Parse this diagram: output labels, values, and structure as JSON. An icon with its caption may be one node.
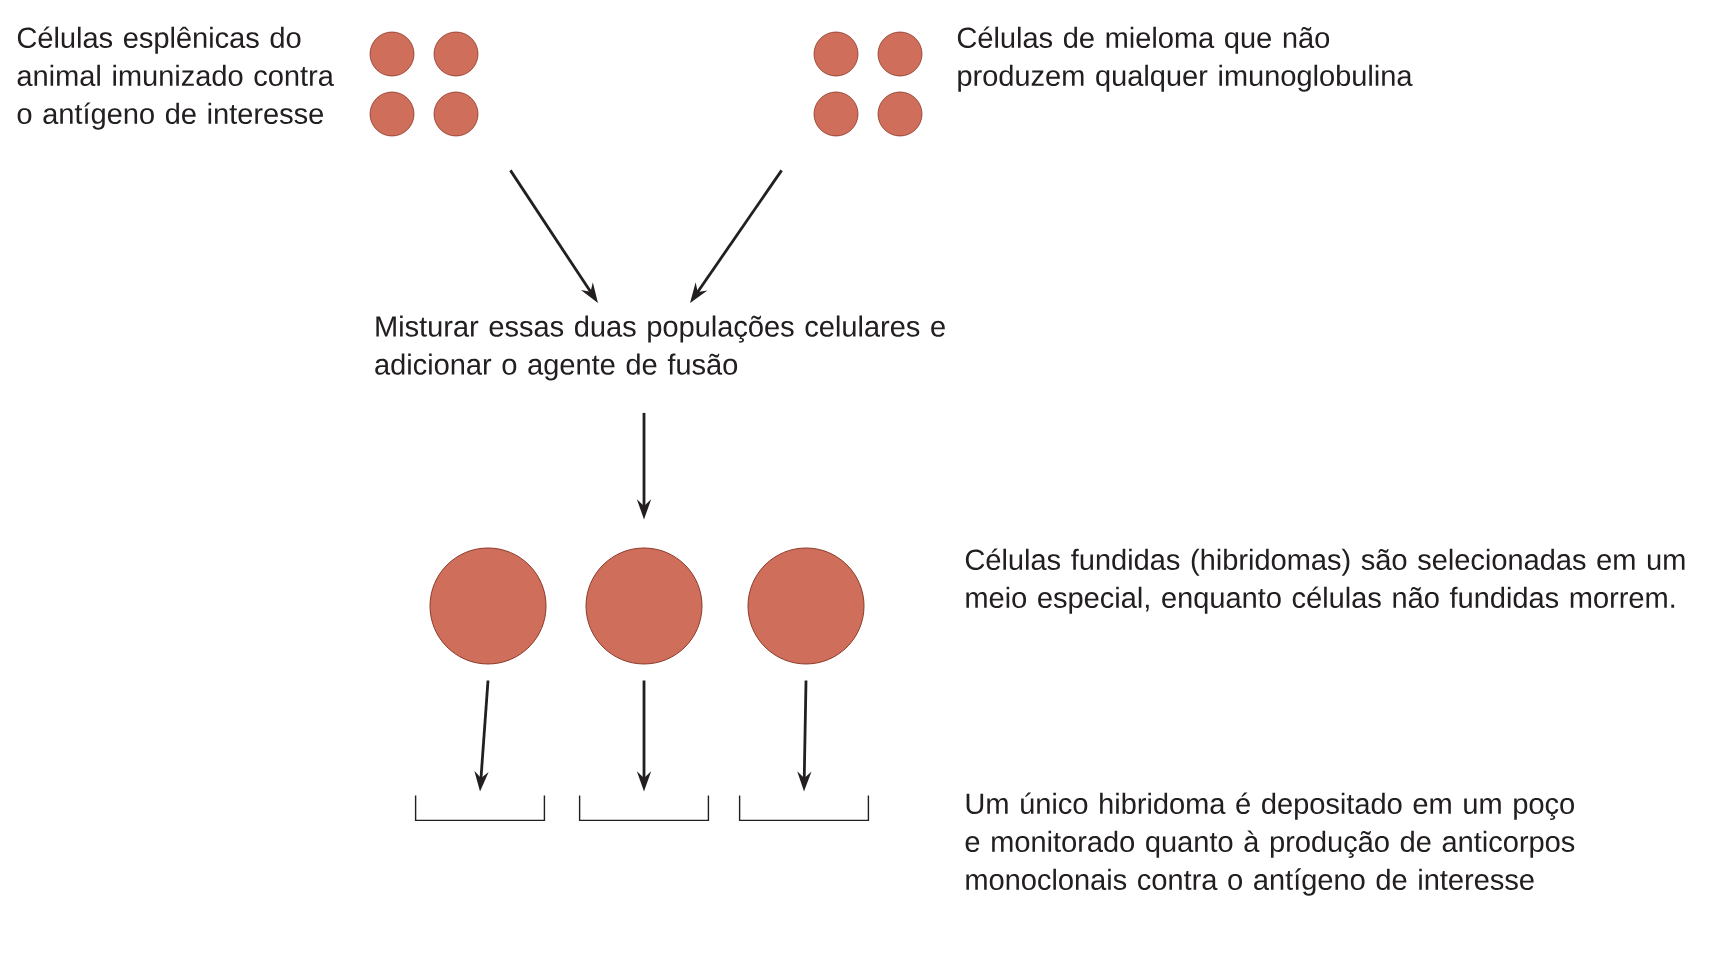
{
  "diagram": {
    "nodes": [
      {
        "text": [],
        "shape": "picture",
        "beside": [
          "Células esplênicas do animal imunizado contra o antígeno de interesse"
        ]
      },
      {
        "text": [],
        "shape": "picture",
        "beside": [
          "Células de mieloma que não produzem qualquer imunoglobulina"
        ]
      },
      {
        "text": [
          "Misturar essas duas populações celulares e adicionar o agente de fusão"
        ]
      },
      {
        "text": [],
        "shape": "circle"
      },
      {
        "text": [],
        "shape": "circle"
      },
      {
        "text": [],
        "shape": "circle"
      },
      {
        "text": [],
        "shape": "box"
      },
      {
        "text": [],
        "shape": "box"
      },
      {
        "text": [],
        "shape": "box"
      }
    ],
    "edges": [
      {
        "from": 0,
        "to": 2,
        "arrow": "to"
      },
      {
        "from": 1,
        "to": 2,
        "arrow": "to"
      },
      {
        "from": 2,
        "to": 4,
        "arrow": "to"
      },
      {
        "from": 3,
        "to": 6,
        "arrow": "to"
      },
      {
        "from": 4,
        "to": 7,
        "arrow": "to"
      },
      {
        "from": 5,
        "to": 8,
        "arrow": "to"
      }
    ],
    "labels": [
      "Células fundidas (hibridomas) são selecionadas em um meio especial, enquanto células não fundidas morrem.",
      "Um único hibridoma é depositado em um poço e monitorado quanto à produção de anticorpos monoclonais contra o antígeno de interesse"
    ]
  }
}
